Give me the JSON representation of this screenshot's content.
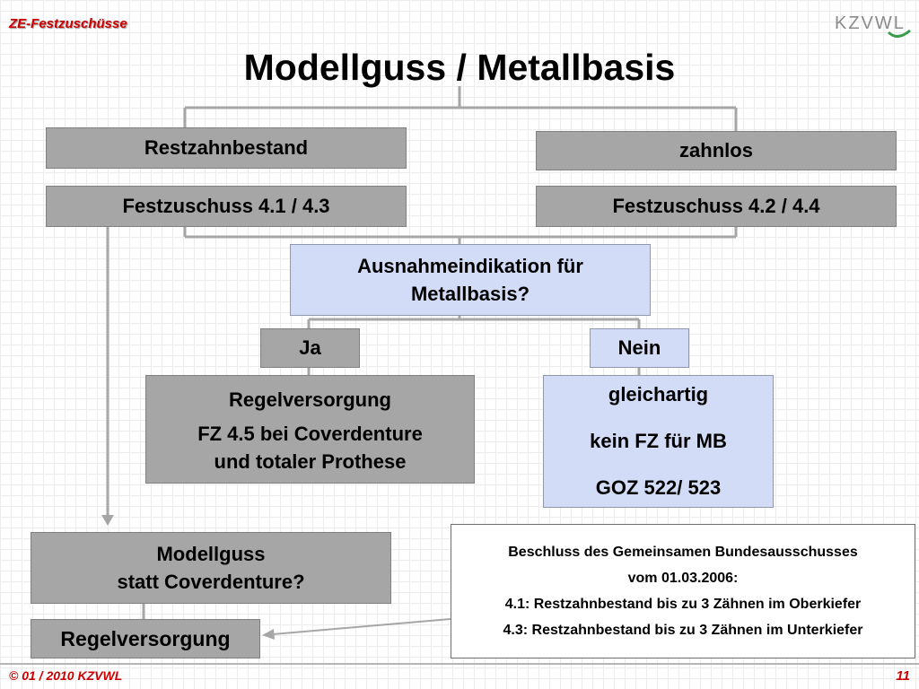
{
  "header": {
    "label": "ZE-Festzuschüsse",
    "logo_text": "KZVWL"
  },
  "title": "Modellguss / Metallbasis",
  "nodes": {
    "restzahnbestand": "Restzahnbestand",
    "zahnlos": "zahnlos",
    "festzuschuss_41_43": "Festzuschuss 4.1 / 4.3",
    "festzuschuss_42_44": "Festzuschuss 4.2 / 4.4",
    "question": {
      "line1": "Ausnahmeindikation für",
      "line2": "Metallbasis?"
    },
    "ja": "Ja",
    "nein": "Nein",
    "regelversorgung_box": {
      "line1": "Regelversorgung",
      "line2": "FZ 4.5 bei Coverdenture",
      "line3": "und totaler Prothese"
    },
    "gleichartig_box": {
      "line1": "gleichartig",
      "line2": "kein FZ für MB",
      "line3": "GOZ 522/ 523"
    },
    "modellguss_box": {
      "line1": "Modellguss",
      "line2": "statt Coverdenture?"
    },
    "regelversorgung_final": "Regelversorgung"
  },
  "note": {
    "line1": "Beschluss des Gemeinsamen Bundesausschusses",
    "line2": "vom 01.03.2006:",
    "line3": "4.1: Restzahnbestand bis zu 3 Zähnen im Oberkiefer",
    "line4": "4.3: Restzahnbestand bis zu 3 Zähnen im Unterkiefer"
  },
  "footer": {
    "copyright": "© 01 / 2010 KZVWL",
    "page_number": "11"
  },
  "colors": {
    "accent_red": "#cc0000",
    "box_gray": "#a6a6a6",
    "box_blue": "#d2dcf7",
    "connector": "#a6a6a6"
  }
}
